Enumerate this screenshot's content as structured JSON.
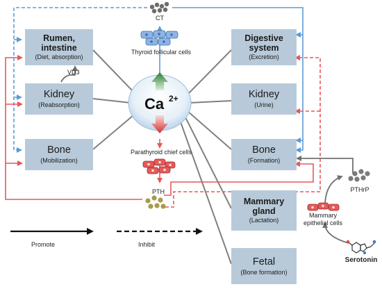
{
  "center": {
    "main": "Ca",
    "sup": "2+"
  },
  "left_boxes": [
    {
      "id": "rumen",
      "title_lines": [
        "Rumen,",
        "intestine"
      ],
      "title_bold": true,
      "sub": "(Diet, absorption)"
    },
    {
      "id": "kidney-left",
      "title_lines": [
        "Kidney"
      ],
      "title_bold": false,
      "sub": "(Reabsorption)"
    },
    {
      "id": "bone-left",
      "title_lines": [
        "Bone"
      ],
      "title_bold": false,
      "sub": "(Mobilization)"
    }
  ],
  "right_boxes": [
    {
      "id": "digestive",
      "title_lines": [
        "Digestive",
        "system"
      ],
      "title_bold": true,
      "sub": "(Excretion)"
    },
    {
      "id": "kidney-right",
      "title_lines": [
        "Kidney"
      ],
      "title_bold": false,
      "sub": "(Urine)"
    },
    {
      "id": "bone-right",
      "title_lines": [
        "Bone"
      ],
      "title_bold": false,
      "sub": "(Formation)"
    },
    {
      "id": "mammary",
      "title_lines": [
        "Mammary",
        "gland"
      ],
      "title_bold": true,
      "sub": "(Lactation)"
    },
    {
      "id": "fetal",
      "title_lines": [
        "Fetal"
      ],
      "title_bold": false,
      "sub": "(Bone formation)"
    }
  ],
  "labels": {
    "ct": "CT",
    "thyroid": "Thyroid follicular cells",
    "parathyroid": "Parathyroid chief cells",
    "pth": "PTH",
    "vd3": "VD3",
    "pthrp": "PTHrP",
    "mammary_cells": [
      "Mammary",
      "epithelial cells"
    ],
    "serotonin": "Serotonin",
    "promote": "Promote",
    "inhibit": "Inhibit"
  },
  "colors": {
    "box": "#b8cad9",
    "blue": "#5b9bd5",
    "red": "#e8575a",
    "gray": "#808080",
    "thyroid_cell": "#8eb4e3",
    "parathyroid_cell": "#e55a5a",
    "pth_dot": "#a89a4a",
    "pthrp_dot": "#7a7a7a"
  }
}
